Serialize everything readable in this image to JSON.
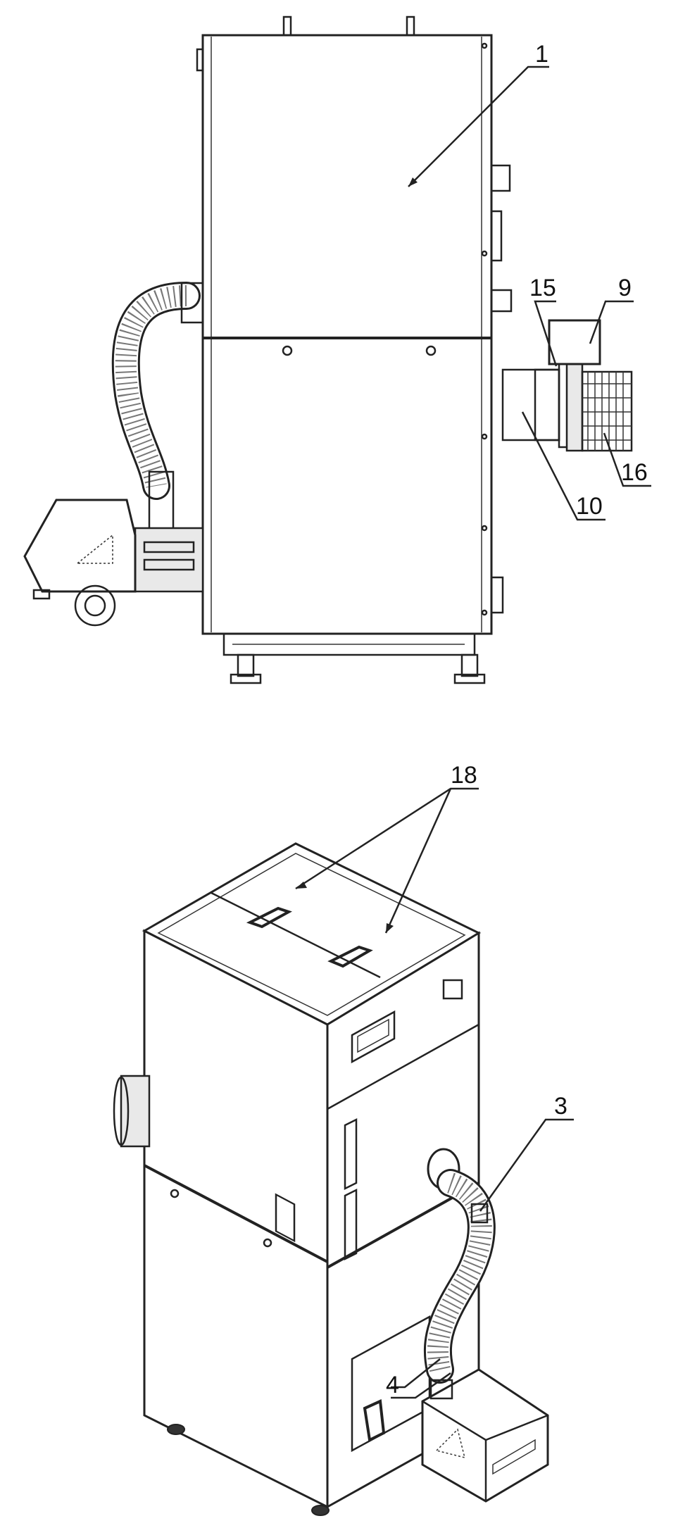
{
  "labels": {
    "l1": "1",
    "l9": "9",
    "l15": "15",
    "l16": "16",
    "l10": "10",
    "l18": "18",
    "l3": "3",
    "l4": "4"
  },
  "colors": {
    "ink": "#222222",
    "background": "#ffffff"
  }
}
